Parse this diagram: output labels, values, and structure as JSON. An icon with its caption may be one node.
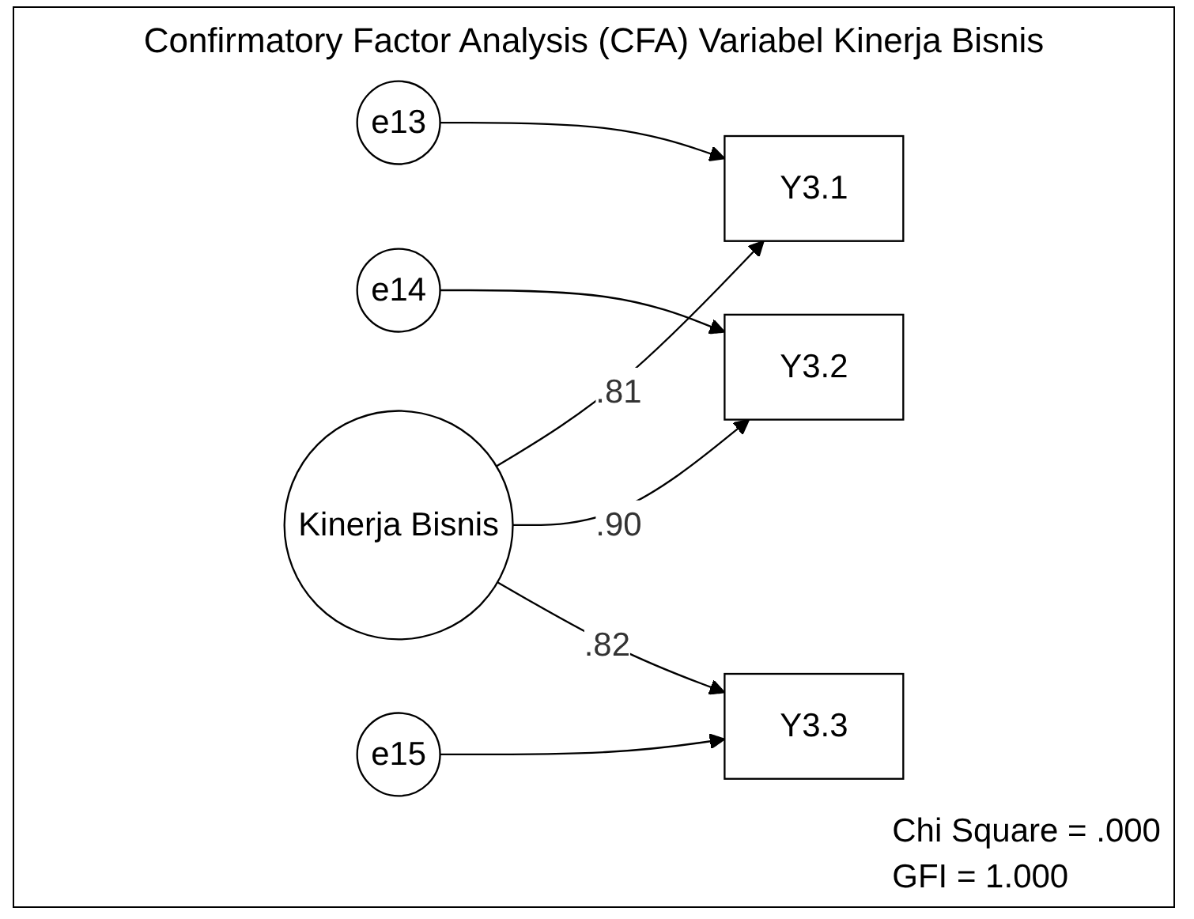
{
  "diagram": {
    "title": "Confirmatory Factor Analysis (CFA) Variabel Kinerja Bisnis",
    "nodes": [
      {
        "text": [
          "e13"
        ]
      },
      {
        "text": [
          "Y3.1"
        ]
      },
      {
        "text": [
          "e14"
        ]
      },
      {
        "text": [
          "Y3.2"
        ]
      },
      {
        "text": [
          "Kinerja Bisnis"
        ]
      },
      {
        "text": [
          "e15"
        ]
      },
      {
        "text": [
          "Y3.3"
        ]
      }
    ],
    "edges": [
      {
        "from": 0,
        "to": 1,
        "arrow": "to"
      },
      {
        "from": 2,
        "to": 3,
        "arrow": "to"
      },
      {
        "from": 5,
        "to": 6,
        "arrow": "to"
      },
      {
        "from": 4,
        "to": 1,
        "arrow": "to",
        "label": ".81"
      },
      {
        "from": 4,
        "to": 3,
        "arrow": "to",
        "label": ".90"
      },
      {
        "from": 4,
        "to": 6,
        "arrow": "to",
        "label": ".82"
      }
    ],
    "labels": [
      "Chi Square = .000",
      "GFI = 1.000"
    ]
  }
}
